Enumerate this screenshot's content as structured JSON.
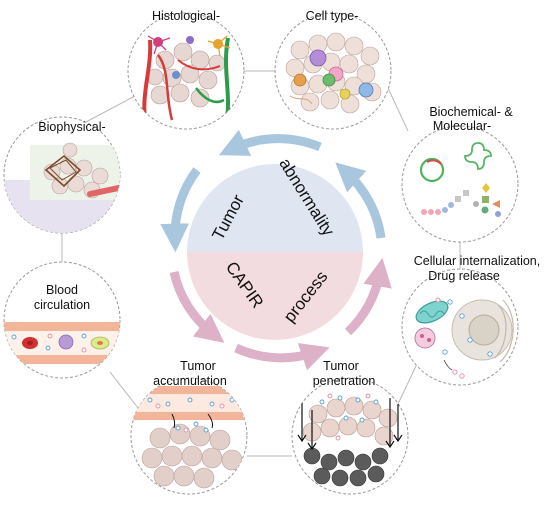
{
  "center": {
    "top_words": [
      "Tumor",
      "abnormality"
    ],
    "bottom_words": [
      "CAPIR",
      "process"
    ],
    "top_color": "#dfe6f2",
    "bottom_color": "#f3dcdf"
  },
  "nodes": [
    {
      "id": "histological",
      "label": [
        "Histological-"
      ]
    },
    {
      "id": "cell-type",
      "label": [
        "Cell type-"
      ]
    },
    {
      "id": "biochemical-molecular",
      "label": [
        "Biochemical- &",
        "Molecular-"
      ]
    },
    {
      "id": "cellular-internalization",
      "label": [
        "Cellular internalization,",
        "Drug release"
      ]
    },
    {
      "id": "tumor-penetration",
      "label": [
        "Tumor",
        "penetration"
      ]
    },
    {
      "id": "tumor-accumulation",
      "label": [
        "Tumor",
        "accumulation"
      ]
    },
    {
      "id": "blood-circulation",
      "label": [
        "Blood",
        "circulation"
      ]
    },
    {
      "id": "biophysical",
      "label": [
        "Biophysical-"
      ]
    }
  ],
  "colors": {
    "blue_arrow": "#a9c6df",
    "pink_arrow": "#ddb2c8",
    "circle_stroke": "#9a9a9a",
    "connector": "#b8b8b8"
  }
}
